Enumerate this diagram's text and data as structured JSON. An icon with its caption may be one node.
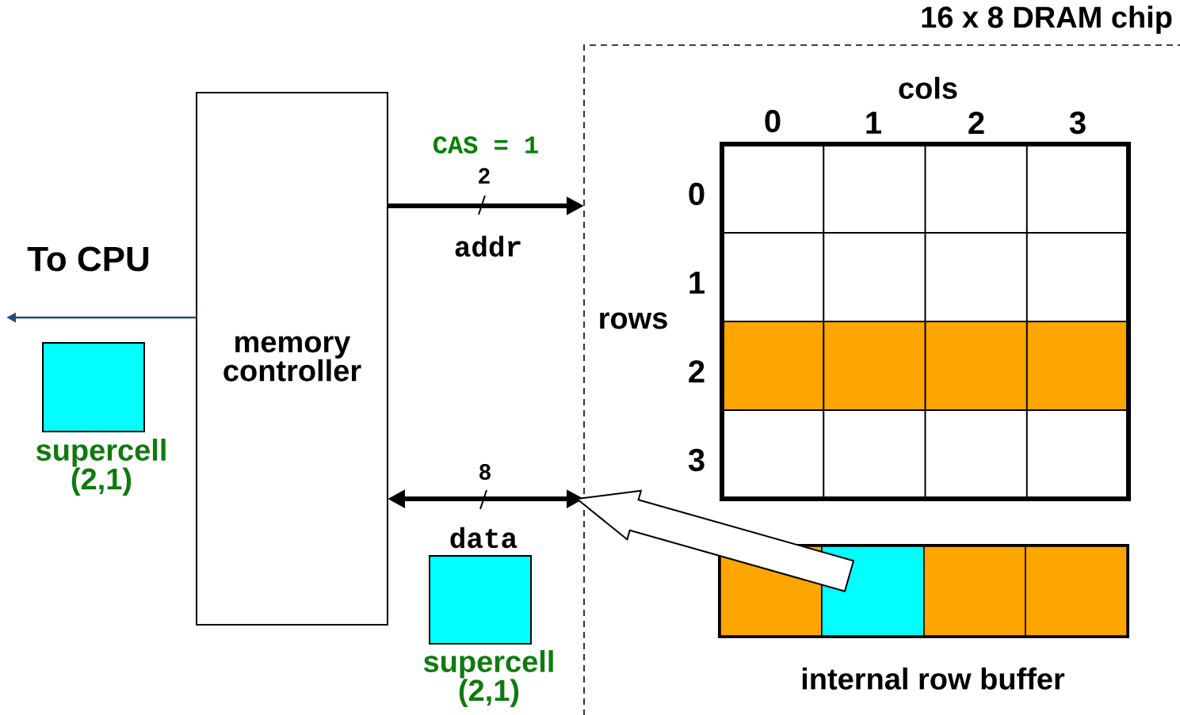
{
  "diagram": {
    "nodes": [
      {
        "text": [
          "16 x 8 DRAM chip"
        ]
      },
      {
        "text": [
          "memory controller"
        ]
      },
      {
        "text": [],
        "shape": "box",
        "beside": [
          "supercell (2,1)"
        ]
      },
      {
        "text": [],
        "shape": "box",
        "beside": [
          "supercell (2,1)"
        ]
      },
      {
        "text": [],
        "shape": "box",
        "in": 0,
        "beside": [
          "cols",
          "0",
          "1",
          "2",
          "3",
          "0",
          "1",
          "rows",
          "2",
          "3"
        ]
      },
      {
        "text": [],
        "shape": "box",
        "in": 0,
        "beside": [
          "internal row buffer"
        ]
      },
      {
        "text": [],
        "shape": "box",
        "in": 5
      },
      {
        "text": [],
        "shape": "box",
        "in": 5
      },
      {
        "text": [],
        "shape": "box",
        "in": 5
      },
      {
        "text": [],
        "shape": "box",
        "in": 5
      }
    ],
    "edges": [
      {
        "from": 1,
        "to": 0,
        "arrow": "to",
        "label": "addr"
      },
      {
        "from": 1,
        "to": 0,
        "arrow": "both",
        "label": "data"
      },
      {
        "from": 1,
        "to": null,
        "arrow": "to",
        "color": "#1f4e79"
      },
      {
        "from": 7,
        "to": null,
        "arrow": "to"
      }
    ],
    "labels": [
      "CAS = 1",
      "2",
      "To CPU",
      "8"
    ]
  }
}
